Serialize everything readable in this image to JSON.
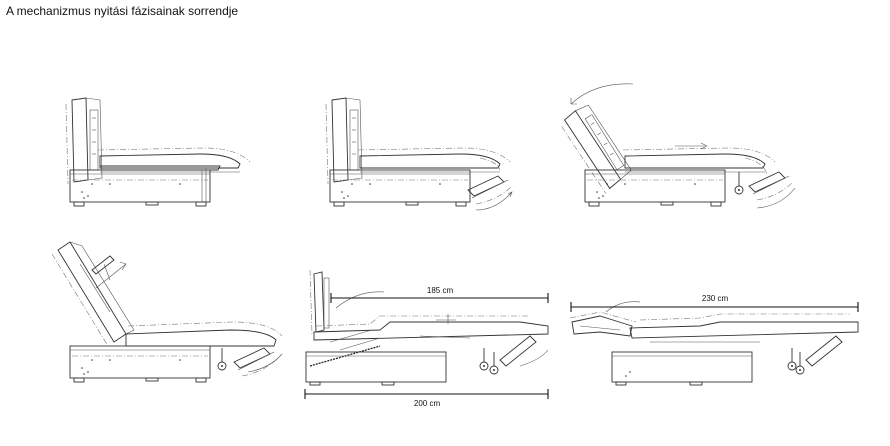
{
  "title": "A mechanizmus nyitási fázisainak sorrendje",
  "dimensions": {
    "d185": "185 cm",
    "d200": "200 cm",
    "d230": "230 cm"
  }
}
